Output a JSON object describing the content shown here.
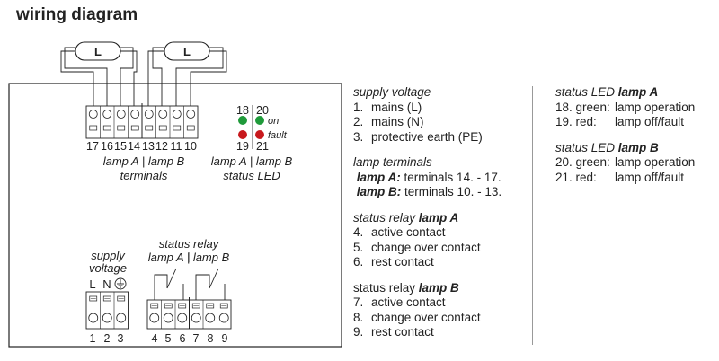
{
  "title": "wiring diagram",
  "lamp_symbol": "L",
  "lamp_terminal_numbers": [
    "17",
    "16",
    "15",
    "14",
    "13",
    "12",
    "11",
    "10"
  ],
  "lamp_terminals_caption": {
    "line1": "lamp A | lamp B",
    "line2": "terminals"
  },
  "led_numbers": {
    "top_left": "18",
    "top_right": "20",
    "bottom_left": "19",
    "bottom_right": "21"
  },
  "led_labels": {
    "on": "on",
    "fault": "fault"
  },
  "led_colors": {
    "green": "#1f9a3a",
    "red": "#c8191d"
  },
  "led_caption": {
    "line1": "lamp A | lamp B",
    "line2": "status LED"
  },
  "supply_caption": {
    "line1": "supply",
    "line2": "voltage"
  },
  "supply_symbols": {
    "L": "L",
    "N": "N",
    "earth": "earth-icon"
  },
  "supply_terminal_numbers": [
    "1",
    "2",
    "3"
  ],
  "relay_caption": {
    "line1": "status relay",
    "line2": "lamp A | lamp B"
  },
  "relay_terminal_numbers": [
    "4",
    "5",
    "6",
    "7",
    "8",
    "9"
  ],
  "legend": {
    "supply": {
      "heading": "supply voltage",
      "items": [
        {
          "num": "1.",
          "text": "mains (L)"
        },
        {
          "num": "2.",
          "text": "mains (N)"
        },
        {
          "num": "3.",
          "text": "protective earth (PE)"
        }
      ]
    },
    "lamp_terminals": {
      "heading": "lamp terminals",
      "items": [
        {
          "label": "lamp A:",
          "text": "terminals 14. - 17."
        },
        {
          "label": "lamp B:",
          "text": "terminals 10. - 13."
        }
      ]
    },
    "relay_a": {
      "heading_prefix": "status relay",
      "heading_bold": "lamp A",
      "items": [
        {
          "num": "4.",
          "text": "active contact"
        },
        {
          "num": "5.",
          "text": "change over contact"
        },
        {
          "num": "6.",
          "text": "rest contact"
        }
      ]
    },
    "relay_b": {
      "heading_prefix": "status relay",
      "heading_bold": "lamp B",
      "items": [
        {
          "num": "7.",
          "text": "active contact"
        },
        {
          "num": "8.",
          "text": "change over contact"
        },
        {
          "num": "9.",
          "text": "rest contact"
        }
      ]
    },
    "led_a": {
      "heading_prefix": "status LED",
      "heading_bold": "lamp A",
      "items": [
        {
          "num": "18. green:",
          "text": "lamp operation"
        },
        {
          "num": "19. red:",
          "text": "lamp off/fault"
        }
      ]
    },
    "led_b": {
      "heading_prefix": "status LED",
      "heading_bold": "lamp B",
      "items": [
        {
          "num": "20. green:",
          "text": "lamp operation"
        },
        {
          "num": "21. red:",
          "text": "lamp off/fault"
        }
      ]
    }
  }
}
